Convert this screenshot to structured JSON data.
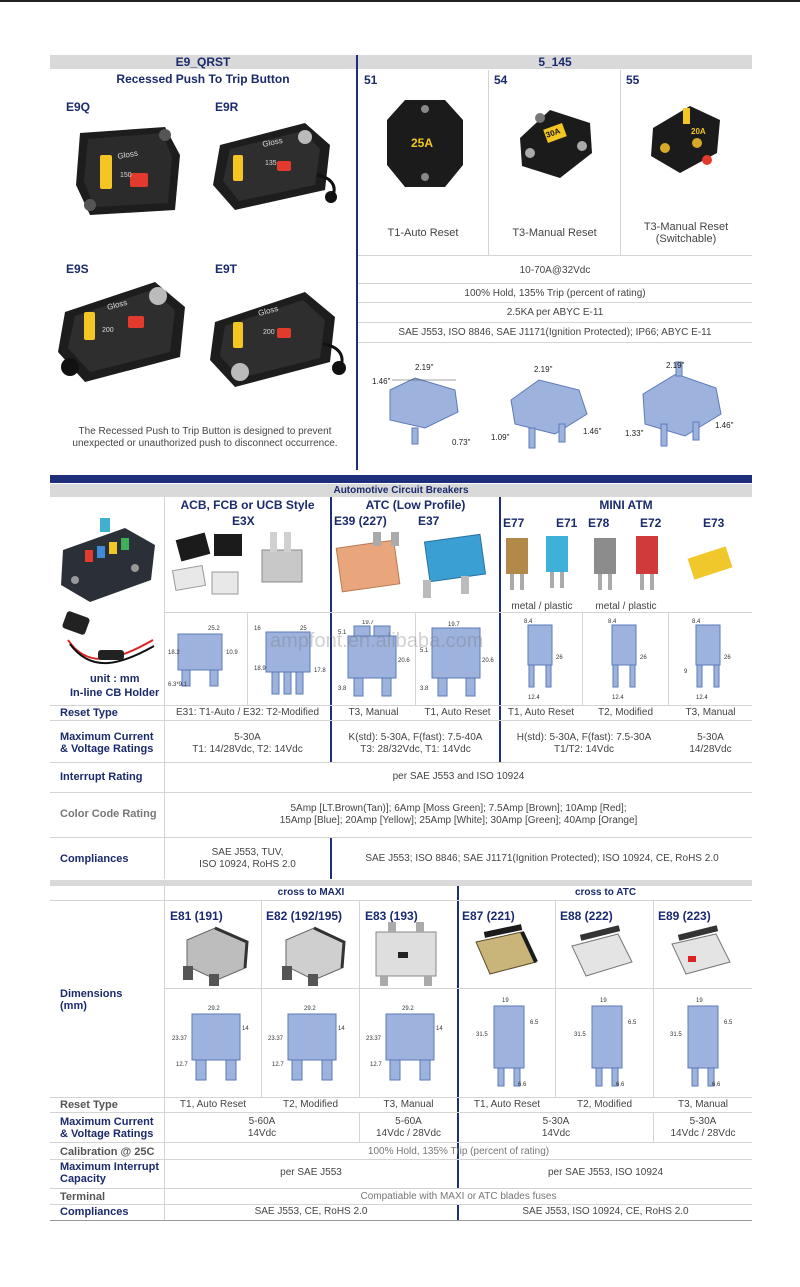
{
  "top": {
    "left_code": "E9_QRST",
    "left_title": "Recessed Push To Trip Button",
    "right_code": "5_145",
    "e9": {
      "items": [
        {
          "code": "E9Q",
          "rating": "150"
        },
        {
          "code": "E9R",
          "rating": "135"
        },
        {
          "code": "E9S",
          "rating": "200"
        },
        {
          "code": "E9T",
          "rating": "200"
        }
      ],
      "brand": "Gloss",
      "description": "The Recessed Push to Trip Button is designed to prevent unexpected or unauthorized push to disconnect occurrence."
    },
    "models": [
      {
        "code": "51",
        "label": "T1-Auto Reset",
        "rating": "25A"
      },
      {
        "code": "54",
        "label": "T3-Manual Reset",
        "rating": "30A"
      },
      {
        "code": "55",
        "label": "T3-Manual Reset (Switchable)",
        "rating": "20A"
      }
    ],
    "rows": [
      "10-70A@32Vdc",
      "100% Hold, 135% Trip (percent of rating)",
      "2.5KA per ABYC E-11",
      "SAE J553, ISO 8846, SAE J1171(Ignition Protected); IP66; ABYC E-11"
    ],
    "dims": [
      {
        "w": "2.19\"",
        "h": "1.46\"",
        "d": "0.73\""
      },
      {
        "w": "2.19\"",
        "h": "1.09\"",
        "d": "1.46\""
      },
      {
        "w": "2.19\"",
        "h": "1.33\"",
        "d": "1.46\""
      }
    ]
  },
  "auto": {
    "banner": "Automotive Circuit Breakers",
    "groups": [
      "ACB, FCB or UCB Style",
      "ATC (Low Profile)",
      "MINI ATM"
    ],
    "codes": [
      "E3X",
      "E39 (227)",
      "E37",
      "E77",
      "E71",
      "E78",
      "E72",
      "E73"
    ],
    "material": "metal / plastic",
    "watermark": "ampfont.en.alibaba.com",
    "unit": "unit : mm",
    "holder": "In-line CB Holder",
    "dims": {
      "e3x_a": [
        "25.2",
        "18.2",
        "10.9",
        "6.3*9.1"
      ],
      "e3x_b": [
        "16",
        "25",
        "18.9",
        "17.8"
      ],
      "atc": [
        "19.7",
        "5.1",
        "20.6",
        "5.1",
        "3.8"
      ],
      "mini": [
        "8.4",
        "26",
        "12.4",
        "9"
      ]
    },
    "reset_label": "Reset Type",
    "reset": [
      "E31: T1-Auto / E32: T2-Modified",
      "T3, Manual",
      "T1, Auto Reset",
      "T1, Auto Reset",
      "T2, Modified",
      "T3, Manual"
    ],
    "current_label": "Maximum Current & Voltage Ratings",
    "current": [
      "5-30A\nT1: 14/28Vdc, T2: 14Vdc",
      "K(std): 5-30A, F(fast): 7.5-40A\nT3: 28/32Vdc, T1: 14Vdc",
      "H(std): 5-30A, F(fast): 7.5-30A\nT1/T2: 14Vdc",
      "5-30A\n14/28Vdc"
    ],
    "interrupt_label": "Interrupt Rating",
    "interrupt": "per SAE J553 and ISO 10924",
    "color_label": "Color Code Rating",
    "color": "5Amp [LT.Brown(Tan)]; 6Amp [Moss Green]; 7.5Amp [Brown]; 10Amp [Red];\n15Amp [Blue]; 20Amp [Yellow]; 25Amp [White]; 30Amp [Green]; 40Amp [Orange]",
    "comp_label": "Compliances",
    "comp_left": "SAE J553, TUV,\nISO 10924, RoHS 2.0",
    "comp_right": "SAE J553; ISO 8846; SAE J1171(Ignition Protected); ISO 10924, CE, RoHS 2.0"
  },
  "bottom": {
    "cross_maxi": "cross to MAXI",
    "cross_atc": "cross to ATC",
    "dims_label": "Dimensions\n(mm)",
    "models": [
      "E81 (191)",
      "E82 (192/195)",
      "E83 (193)",
      "E87 (221)",
      "E88 (222)",
      "E89 (223)"
    ],
    "dims_maxi": [
      "29.2",
      "23.37",
      "12.7",
      "14"
    ],
    "dims_atc": [
      "19",
      "31.5",
      "6.5",
      "6.6"
    ],
    "reset_label": "Reset Type",
    "reset": [
      "T1, Auto Reset",
      "T2, Modified",
      "T3, Manual",
      "T1, Auto Reset",
      "T2, Modified",
      "T3, Manual"
    ],
    "current_label": "Maximum Current & Voltage Ratings",
    "current": [
      "5-60A\n14Vdc",
      "5-60A\n14Vdc / 28Vdc",
      "5-30A\n14Vdc",
      "5-30A\n14Vdc / 28Vdc"
    ],
    "calib_label": "Calibration @ 25C",
    "calib": "100% Hold, 135% Trip (percent of rating)",
    "interrupt_label": "Maximum Interrupt Capacity",
    "interrupt": [
      "per SAE J553",
      "per SAE J553, ISO 10924"
    ],
    "terminal_label": "Terminal",
    "terminal": "Compatiable with MAXI or ATC blades fuses",
    "comp_label": "Compliances",
    "comp": [
      "SAE J553, CE, RoHS 2.0",
      "SAE J553, ISO 10924, CE, RoHS 2.0"
    ]
  },
  "colors": {
    "navy": "#1f2e7a",
    "header_text": "#1a2a6c",
    "gray_bar": "#d9d9d9",
    "diagram_blue": "#9db3de"
  }
}
